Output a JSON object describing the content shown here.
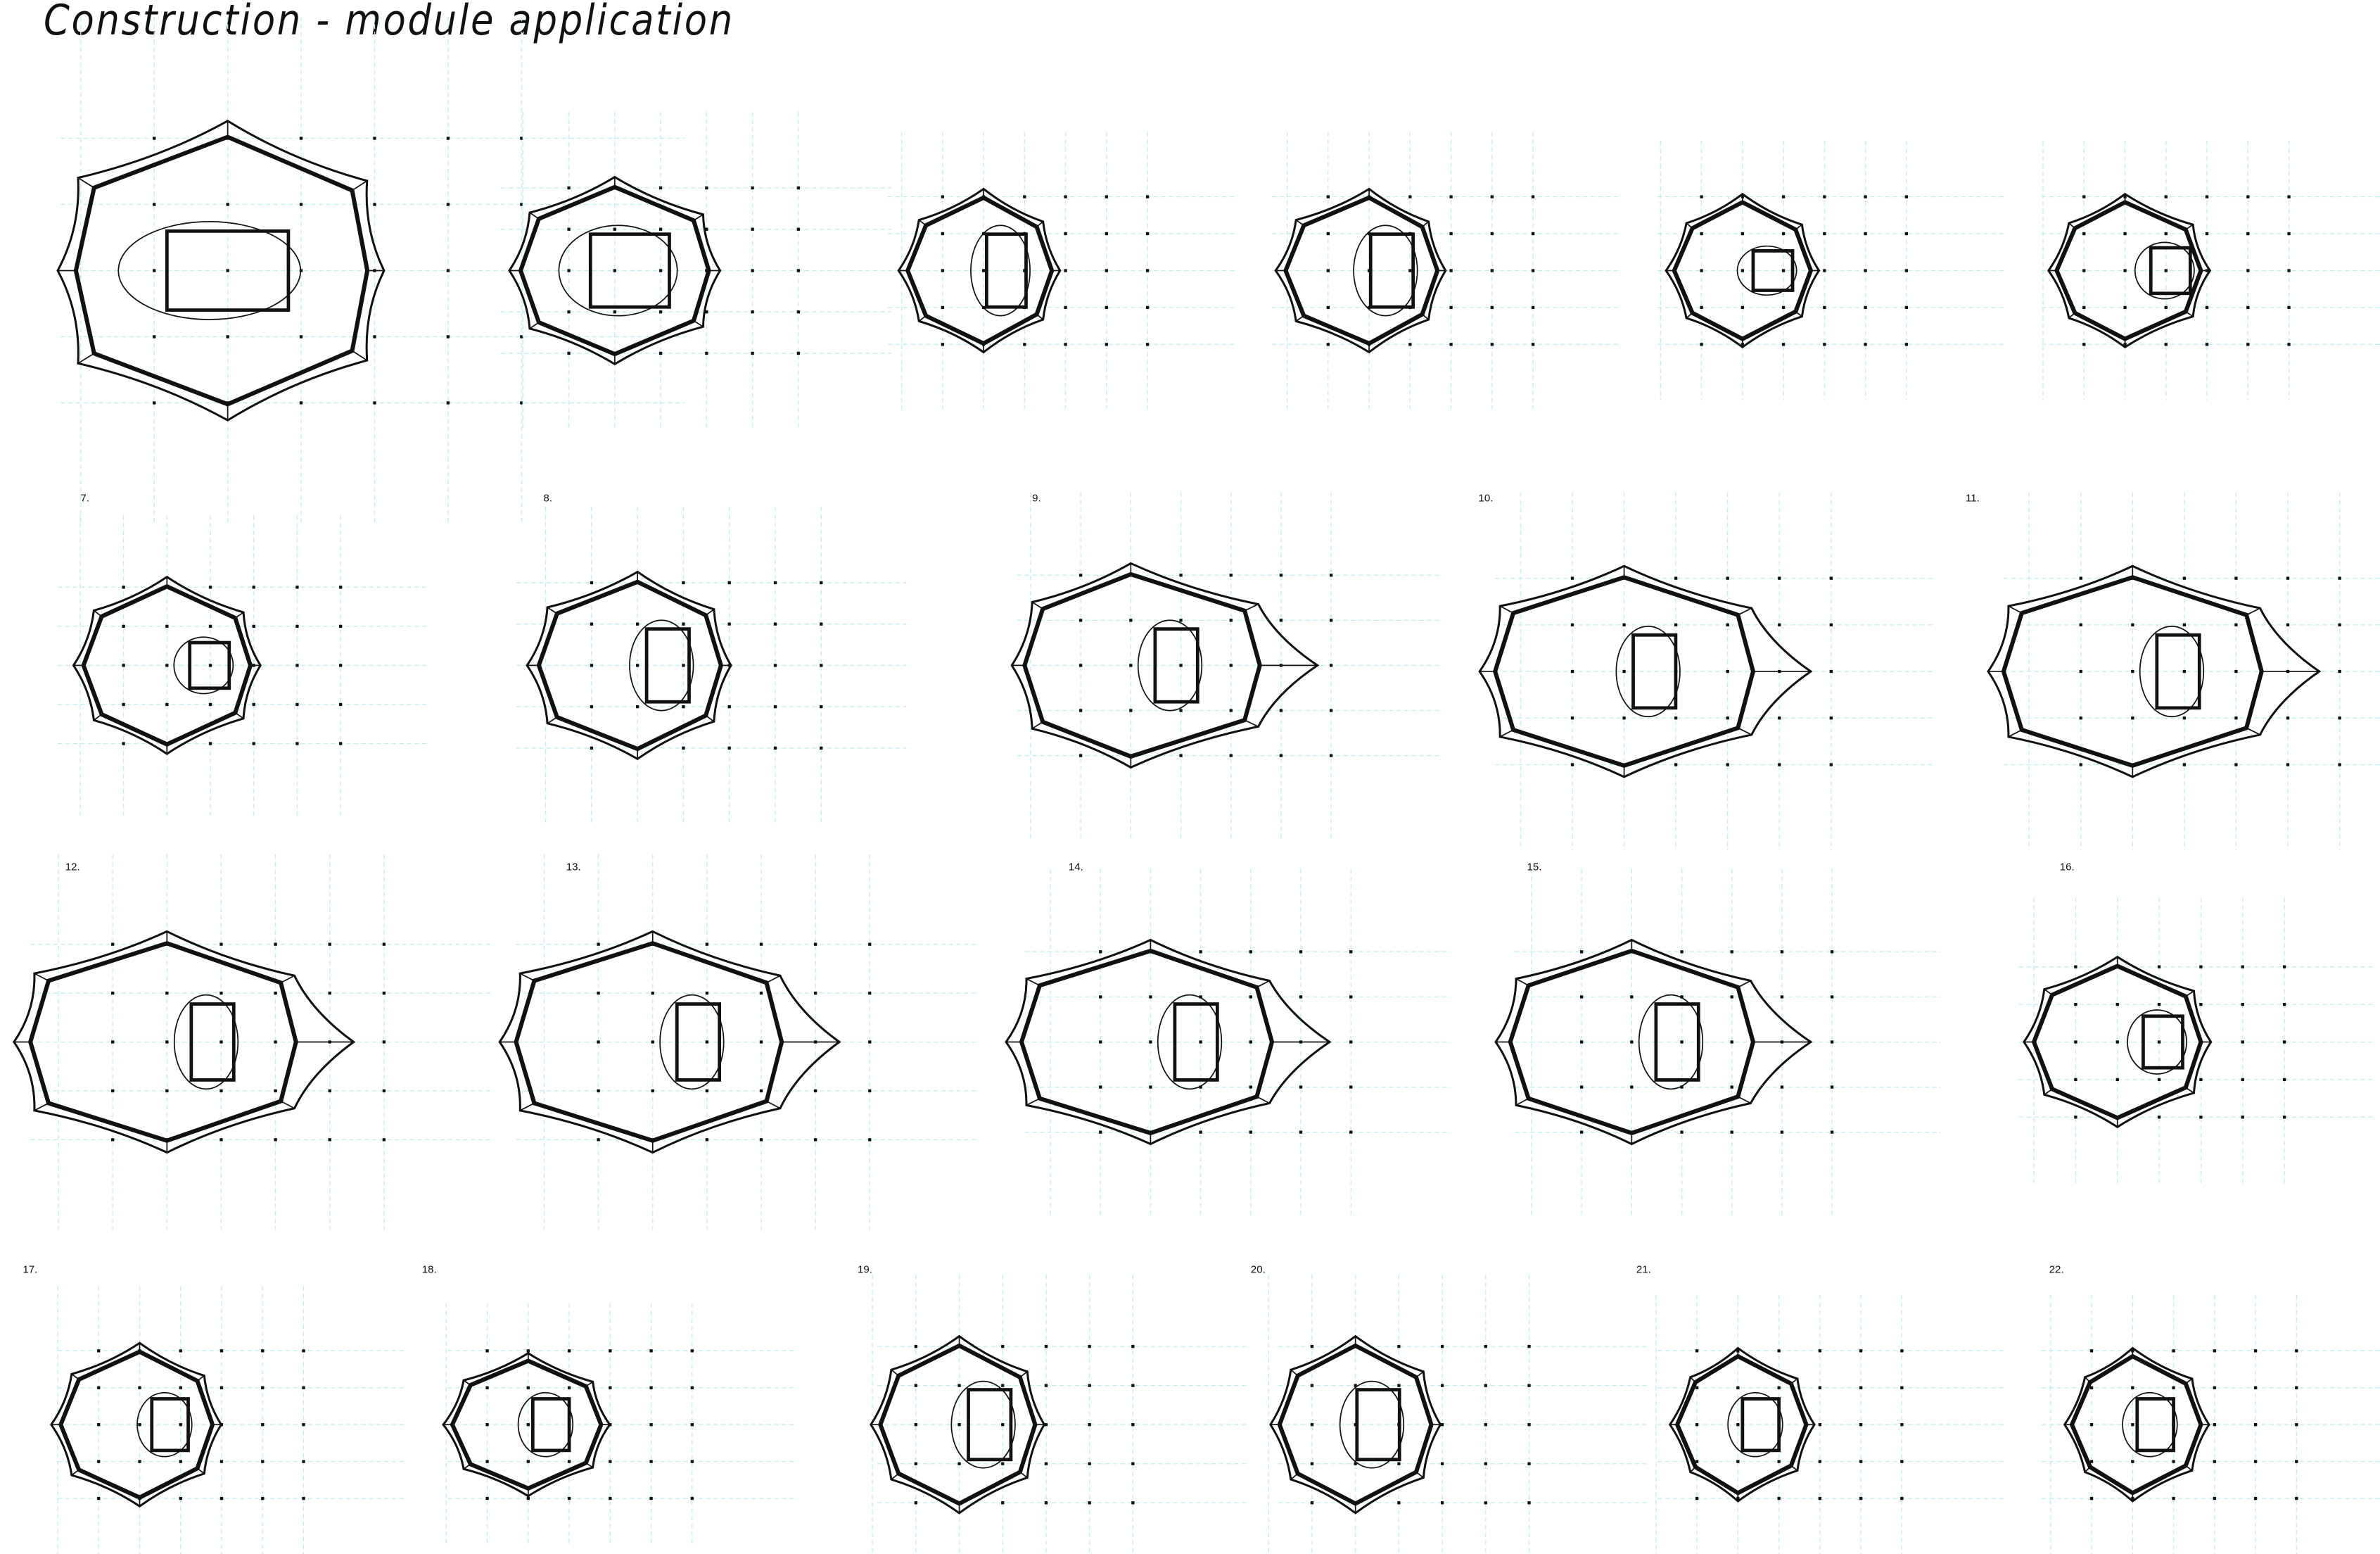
{
  "title": "Construction - module application",
  "diagrams": [
    {
      "label": ""
    },
    {
      "label": ""
    },
    {
      "label": ""
    },
    {
      "label": ""
    },
    {
      "label": ""
    },
    {
      "label": ""
    },
    {
      "label": "7."
    },
    {
      "label": "8."
    },
    {
      "label": "9."
    },
    {
      "label": "10."
    },
    {
      "label": "11."
    },
    {
      "label": "12."
    },
    {
      "label": "13."
    },
    {
      "label": "14."
    },
    {
      "label": "15."
    },
    {
      "label": "16."
    },
    {
      "label": "17."
    },
    {
      "label": "18."
    },
    {
      "label": "19."
    },
    {
      "label": "20."
    },
    {
      "label": "21."
    },
    {
      "label": "22."
    }
  ],
  "colors": {
    "line": "#111111",
    "grid": "#bdeef0",
    "paper": "#ffffff"
  }
}
